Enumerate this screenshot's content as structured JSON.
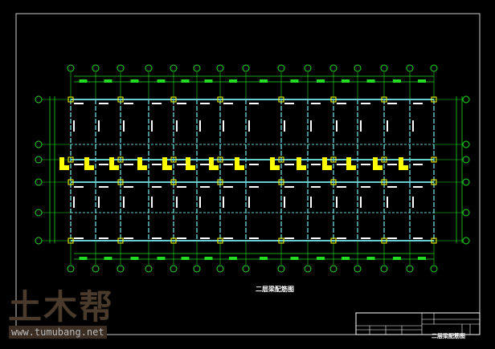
{
  "drawing": {
    "title": "二层梁配筋图",
    "title_block_title": "二层梁配筋图"
  },
  "watermark": {
    "logo_text": "土木帮",
    "url": "www.tumubang.net"
  },
  "colors": {
    "background": "#000000",
    "axis": "#22dd22",
    "beam": "#66cccc",
    "column": "#ffff00",
    "text": "#ffffff"
  }
}
